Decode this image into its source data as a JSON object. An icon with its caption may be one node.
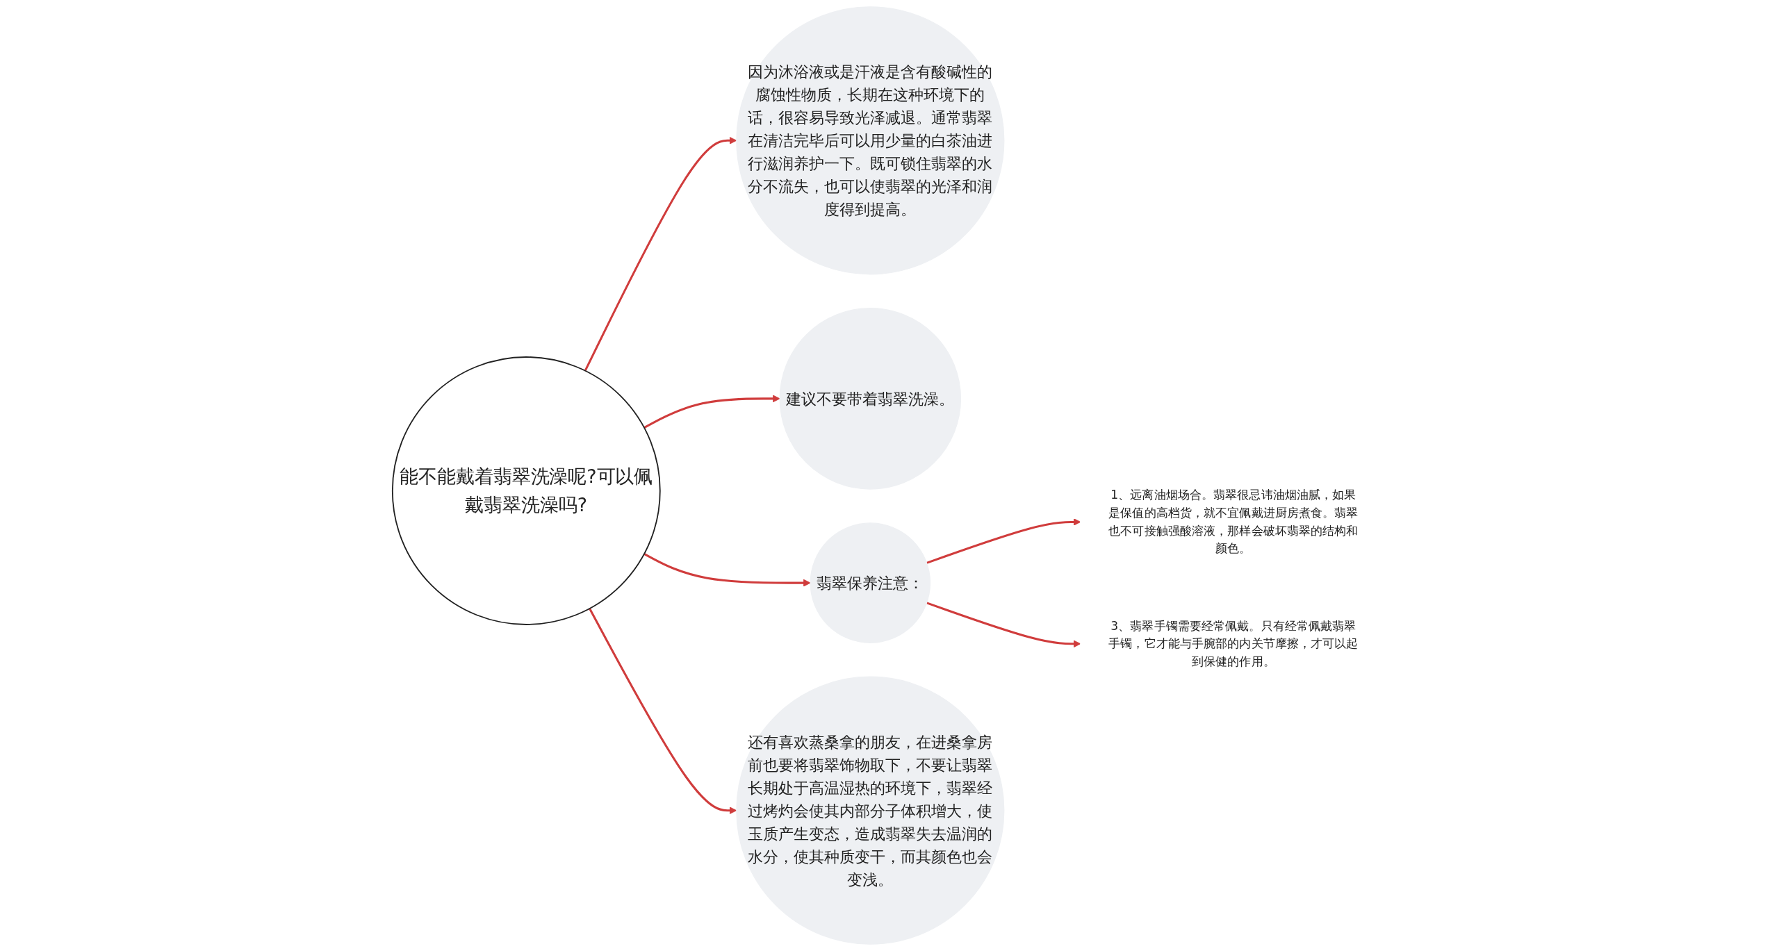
{
  "diagram": {
    "nodes": [
      {
        "text": [
          "能不能戴着翡翠洗澡呢?可以佩戴翡翠洗澡吗?"
        ]
      },
      {
        "text": [
          "因为沐浴液或是汗液是含有酸碱性的腐蚀性物质，长期在这种环境下的话，很容易导致光泽减退。通常翡翠在清洁完毕后可以用少量的白茶油进行滋润养护一下。既可锁住翡翠的水分不流失，也可以使翡翠的光泽和润度得到提高。"
        ]
      },
      {
        "text": [
          "建议不要带着翡翠洗澡。"
        ]
      },
      {
        "text": [
          "翡翠保养注意："
        ]
      },
      {
        "text": [
          "还有喜欢蒸桑拿的朋友，在进桑拿房前也要将翡翠饰物取下，不要让翡翠长期处于高温湿热的环境下，翡翠经过烤灼会使其内部分子体积增大，使玉质产生变态，造成翡翠失去温润的水分，使其种质变干，而其颜色也会变浅。"
        ]
      },
      {
        "text": [
          "1、远离油烟场合。翡翠很忌讳油烟油腻，如果是保值的高档货，就不宜佩戴进厨房煮食。翡翠也不可接触强酸溶液，那样会破坏翡翠的结构和颜色。"
        ]
      },
      {
        "text": [
          "3、翡翠手镯需要经常佩戴。只有经常佩戴翡翠手镯，它才能与手腕部的内关节摩擦，才可以起到保健的作用。"
        ]
      }
    ],
    "edges": [
      {
        "from": 0,
        "to": 1,
        "arrow": "to"
      },
      {
        "from": 0,
        "to": 2,
        "arrow": "to"
      },
      {
        "from": 0,
        "to": 3,
        "arrow": "to"
      },
      {
        "from": 0,
        "to": 4,
        "arrow": "to"
      },
      {
        "from": 3,
        "to": 5,
        "arrow": "to"
      },
      {
        "from": 3,
        "to": 6,
        "arrow": "to"
      }
    ]
  }
}
